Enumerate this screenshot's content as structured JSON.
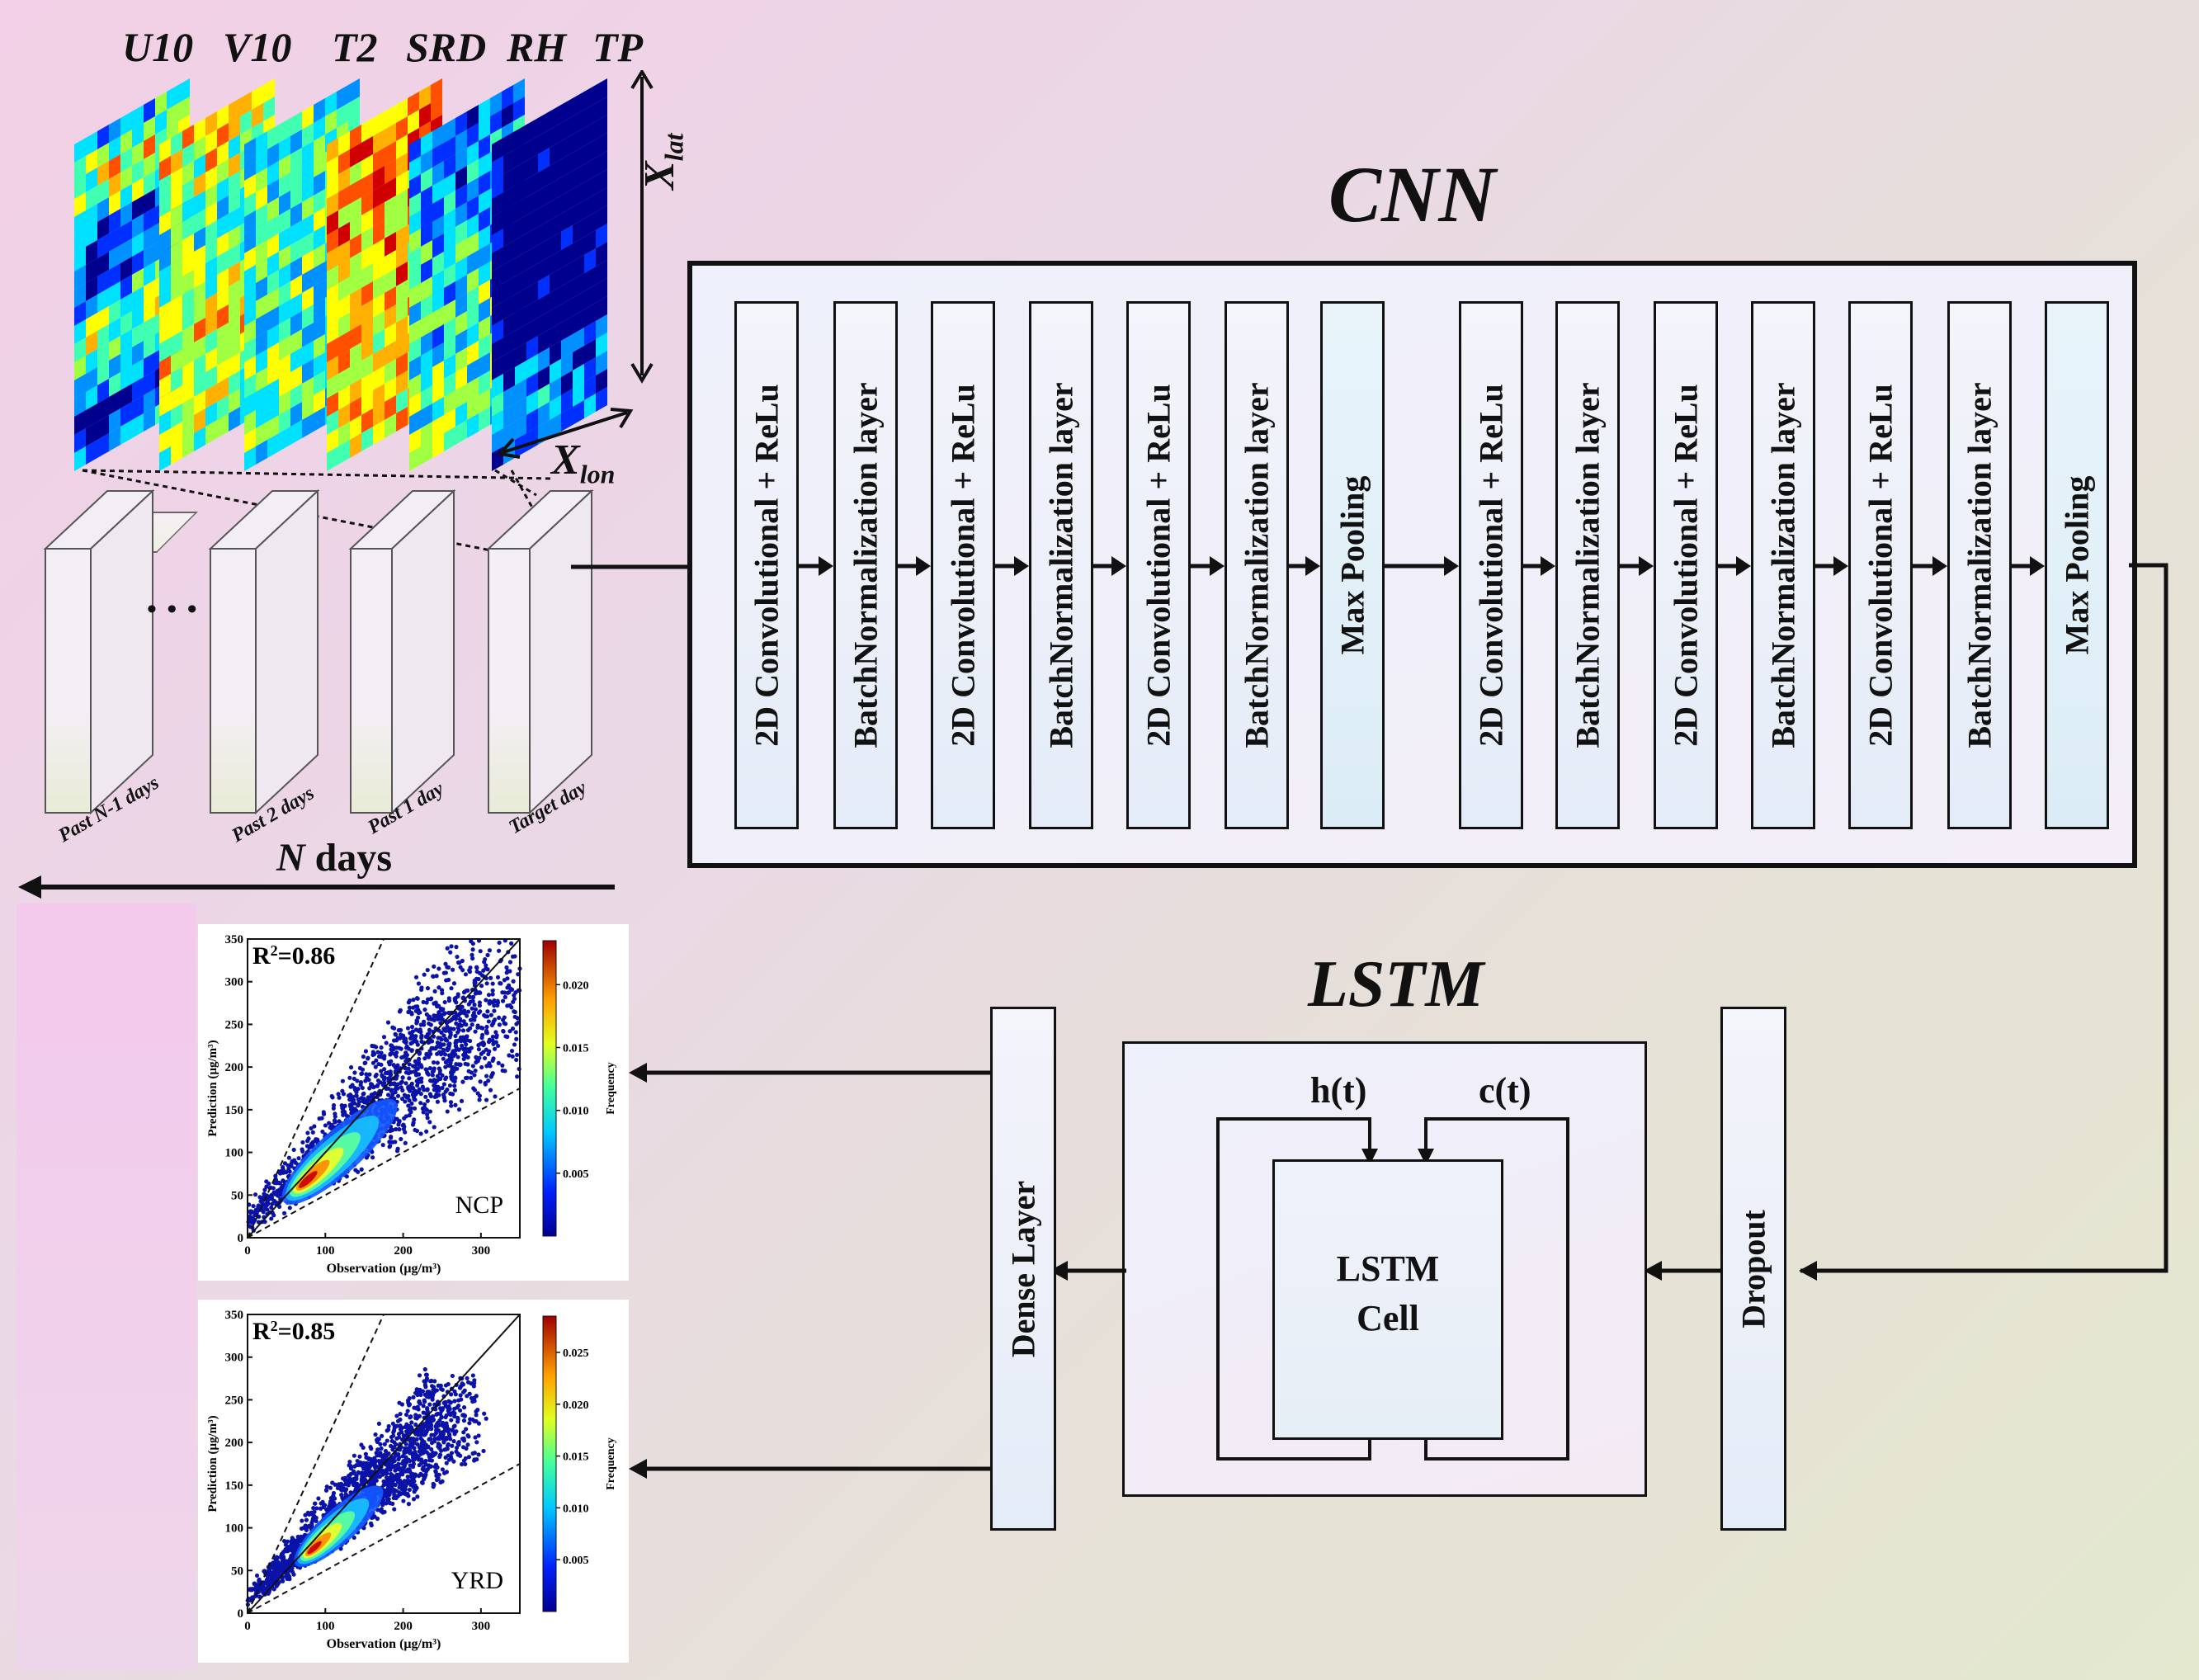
{
  "input_variables": [
    "U10",
    "V10",
    "T2",
    "SRD",
    "RH",
    "TP"
  ],
  "axis_labels": {
    "lat": "X",
    "lat_sub": "lat",
    "lon": "X",
    "lon_sub": "lon"
  },
  "days": {
    "labels": [
      "Past N-1 days",
      "Past 2 days",
      "Past 1 day",
      "Target day"
    ],
    "ellipsis": "• • •",
    "n_days_label_n": "N",
    "n_days_label_rest": " days"
  },
  "cnn": {
    "title": "CNN",
    "layers": [
      "2D Convolutional + ReLu",
      "BatchNormalization layer",
      "2D Convolutional + ReLu",
      "BatchNormalization layer",
      "2D Convolutional + ReLu",
      "BatchNormalization layer",
      "Max Pooling",
      "2D Convolutional + ReLu",
      "BatchNormalization layer",
      "2D Convolutional + ReLu",
      "BatchNormalization layer",
      "2D Convolutional + ReLu",
      "BatchNormalization layer",
      "Max Pooling"
    ]
  },
  "lstm": {
    "title": "LSTM",
    "cell_line1": "LSTM",
    "cell_line2": "Cell",
    "h_label": "h(t)",
    "c_label": "c(t)",
    "dropout": "Dropout",
    "dense": "Dense Layer"
  },
  "scatter_panels": [
    {
      "region": "NCP",
      "r2_prefix": "R",
      "r2_sup": "2",
      "r2_value": "=0.86",
      "xlabel": "Observation (μg/m³)",
      "ylabel": "Prediction (μg/m³)",
      "cbar_label": "Frequency",
      "x_ticks": [
        "0",
        "100",
        "200",
        "300"
      ],
      "y_ticks": [
        "0",
        "50",
        "100",
        "150",
        "200",
        "250",
        "300",
        "350"
      ],
      "cbar_ticks": [
        "0.005",
        "0.010",
        "0.015",
        "0.020"
      ]
    },
    {
      "region": "YRD",
      "r2_prefix": "R",
      "r2_sup": "2",
      "r2_value": "=0.85",
      "xlabel": "Observation (μg/m³)",
      "ylabel": "Prediction (μg/m³)",
      "cbar_label": "Frequency",
      "x_ticks": [
        "0",
        "100",
        "200",
        "300"
      ],
      "y_ticks": [
        "0",
        "50",
        "100",
        "150",
        "200",
        "250",
        "300",
        "350"
      ],
      "cbar_ticks": [
        "0.005",
        "0.010",
        "0.015",
        "0.020",
        "0.025"
      ]
    }
  ]
}
